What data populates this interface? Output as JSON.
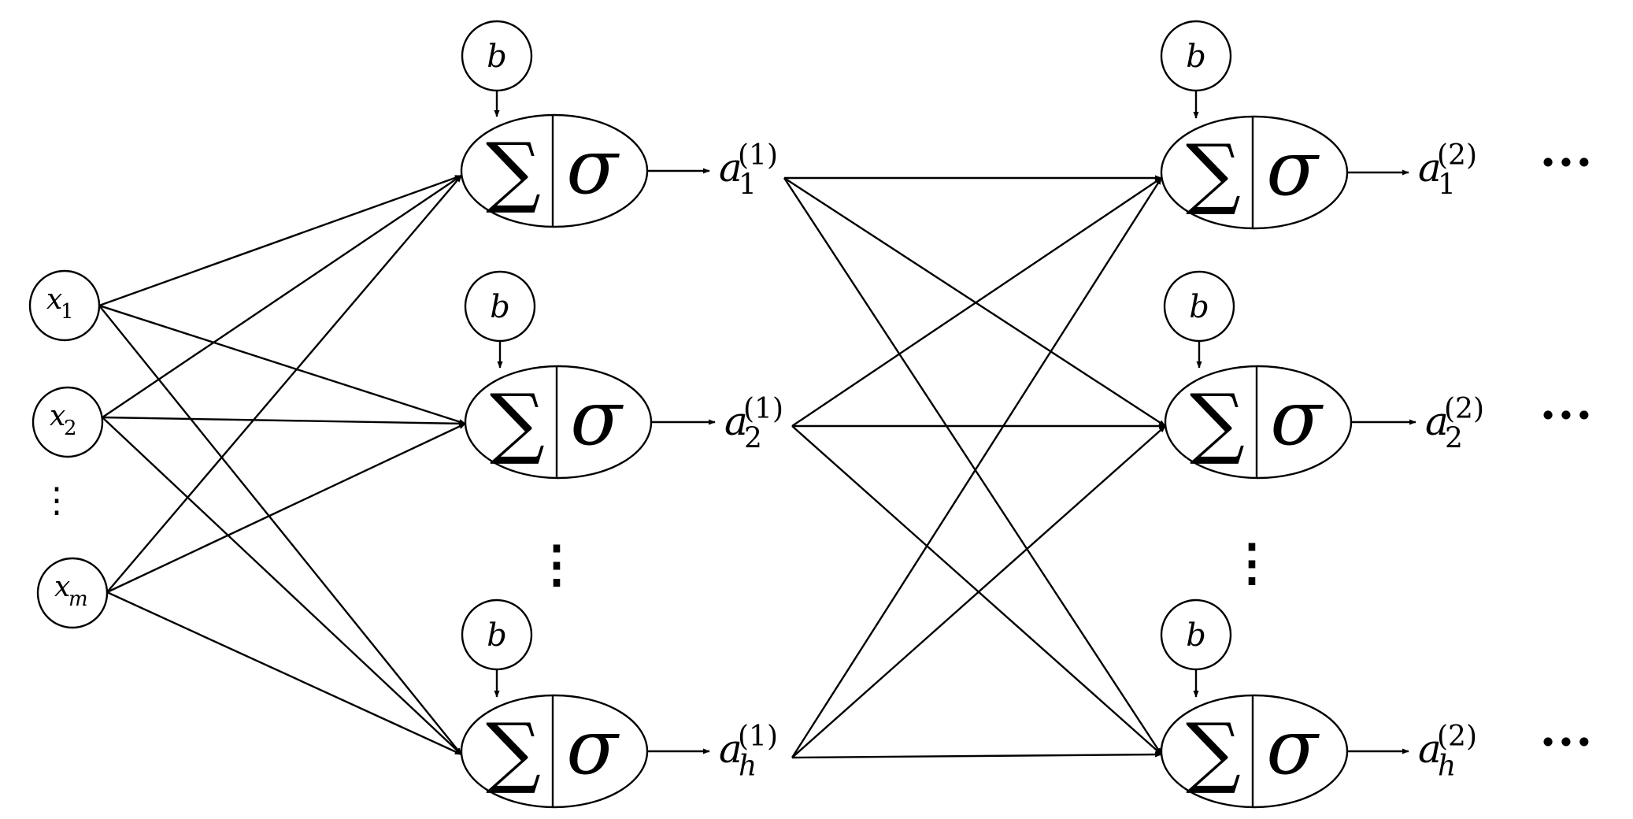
{
  "inputs": [
    {
      "base": "x",
      "sub": "1"
    },
    {
      "base": "x",
      "sub": "2"
    },
    {
      "base": "x",
      "sub": "m"
    }
  ],
  "vertical_dots": "⋮",
  "bias_label": "b",
  "sum_symbol": "∑",
  "activation_symbol": "σ",
  "layers": [
    {
      "superscript": "(1)",
      "outputs": [
        {
          "base": "a",
          "sub": "1",
          "sup": "(1)"
        },
        {
          "base": "a",
          "sub": "2",
          "sup": "(1)"
        },
        {
          "base": "a",
          "sub": "h",
          "sup": "(1)"
        }
      ]
    },
    {
      "superscript": "(2)",
      "outputs": [
        {
          "base": "a",
          "sub": "1",
          "sup": "(2)"
        },
        {
          "base": "a",
          "sub": "2",
          "sup": "(2)"
        },
        {
          "base": "a",
          "sub": "h",
          "sup": "(2)"
        }
      ]
    }
  ],
  "continuation": "···"
}
